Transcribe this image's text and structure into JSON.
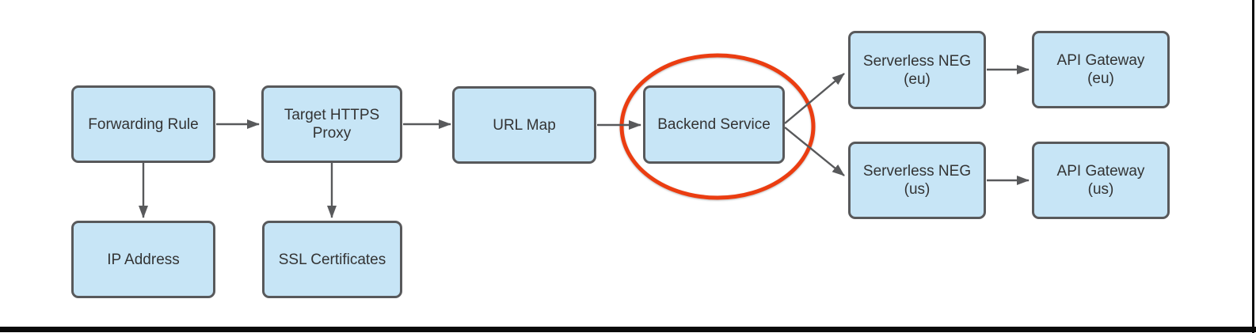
{
  "diagram": {
    "nodes": {
      "forwarding_rule": {
        "label": "Forwarding Rule",
        "lines": [
          "Forwarding Rule"
        ]
      },
      "target_https_proxy": {
        "label": "Target HTTPS Proxy",
        "lines": [
          "Target HTTPS",
          "Proxy"
        ]
      },
      "url_map": {
        "label": "URL Map",
        "lines": [
          "URL Map"
        ]
      },
      "backend_service": {
        "label": "Backend Service",
        "lines": [
          "Backend Service"
        ]
      },
      "serverless_neg_eu": {
        "label": "Serverless NEG (eu)",
        "lines": [
          "Serverless NEG",
          "(eu)"
        ]
      },
      "api_gateway_eu": {
        "label": "API Gateway (eu)",
        "lines": [
          "API Gateway",
          "(eu)"
        ]
      },
      "serverless_neg_us": {
        "label": "Serverless NEG (us)",
        "lines": [
          "Serverless NEG",
          "(us)"
        ]
      },
      "api_gateway_us": {
        "label": "API Gateway (us)",
        "lines": [
          "API Gateway",
          "(us)"
        ]
      },
      "ip_address": {
        "label": "IP Address",
        "lines": [
          "IP Address"
        ]
      },
      "ssl_certificates": {
        "label": "SSL Certificates",
        "lines": [
          "SSL Certificates"
        ]
      }
    },
    "edges": [
      {
        "from": "forwarding_rule",
        "to": "target_https_proxy"
      },
      {
        "from": "target_https_proxy",
        "to": "url_map"
      },
      {
        "from": "url_map",
        "to": "backend_service"
      },
      {
        "from": "backend_service",
        "to": "serverless_neg_eu"
      },
      {
        "from": "backend_service",
        "to": "serverless_neg_us"
      },
      {
        "from": "serverless_neg_eu",
        "to": "api_gateway_eu"
      },
      {
        "from": "serverless_neg_us",
        "to": "api_gateway_us"
      },
      {
        "from": "forwarding_rule",
        "to": "ip_address"
      },
      {
        "from": "target_https_proxy",
        "to": "ssl_certificates"
      }
    ],
    "highlight": {
      "shape": "ellipse",
      "around": "backend_service"
    },
    "colors": {
      "node_fill": "#C7E5F6",
      "node_border": "#58595B",
      "arrow": "#58595B",
      "text": "#333333",
      "highlight": "#EB3D11",
      "page_edge": "#0A0A0A"
    }
  }
}
